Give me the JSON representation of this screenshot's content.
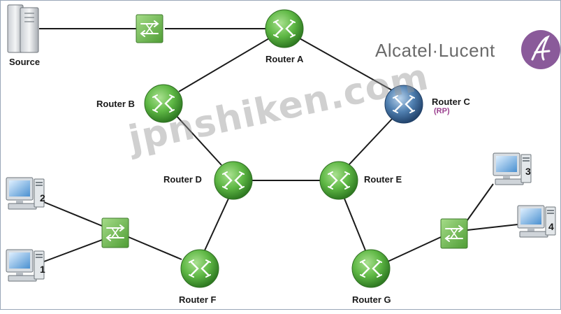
{
  "brand": {
    "name": "Alcatel·Lucent",
    "logo_icon": "alcatel-lucent-logo-icon",
    "logo_color": "#8a5a9a"
  },
  "watermark": "jpnshiken.com",
  "colors": {
    "router_green": "#5fb845",
    "router_rp_blue": "#4f7fb0",
    "switch_green": "#7cc062",
    "rp_label": "#9b3f8e"
  },
  "nodes": {
    "source": "Source",
    "router_a": "Router A",
    "router_b": "Router B",
    "router_c": "Router C",
    "router_c_role": "(RP)",
    "router_d": "Router D",
    "router_e": "Router E",
    "router_f": "Router F",
    "router_g": "Router G"
  },
  "hosts": {
    "host_1": "1",
    "host_2": "2",
    "host_3": "3",
    "host_4": "4"
  }
}
